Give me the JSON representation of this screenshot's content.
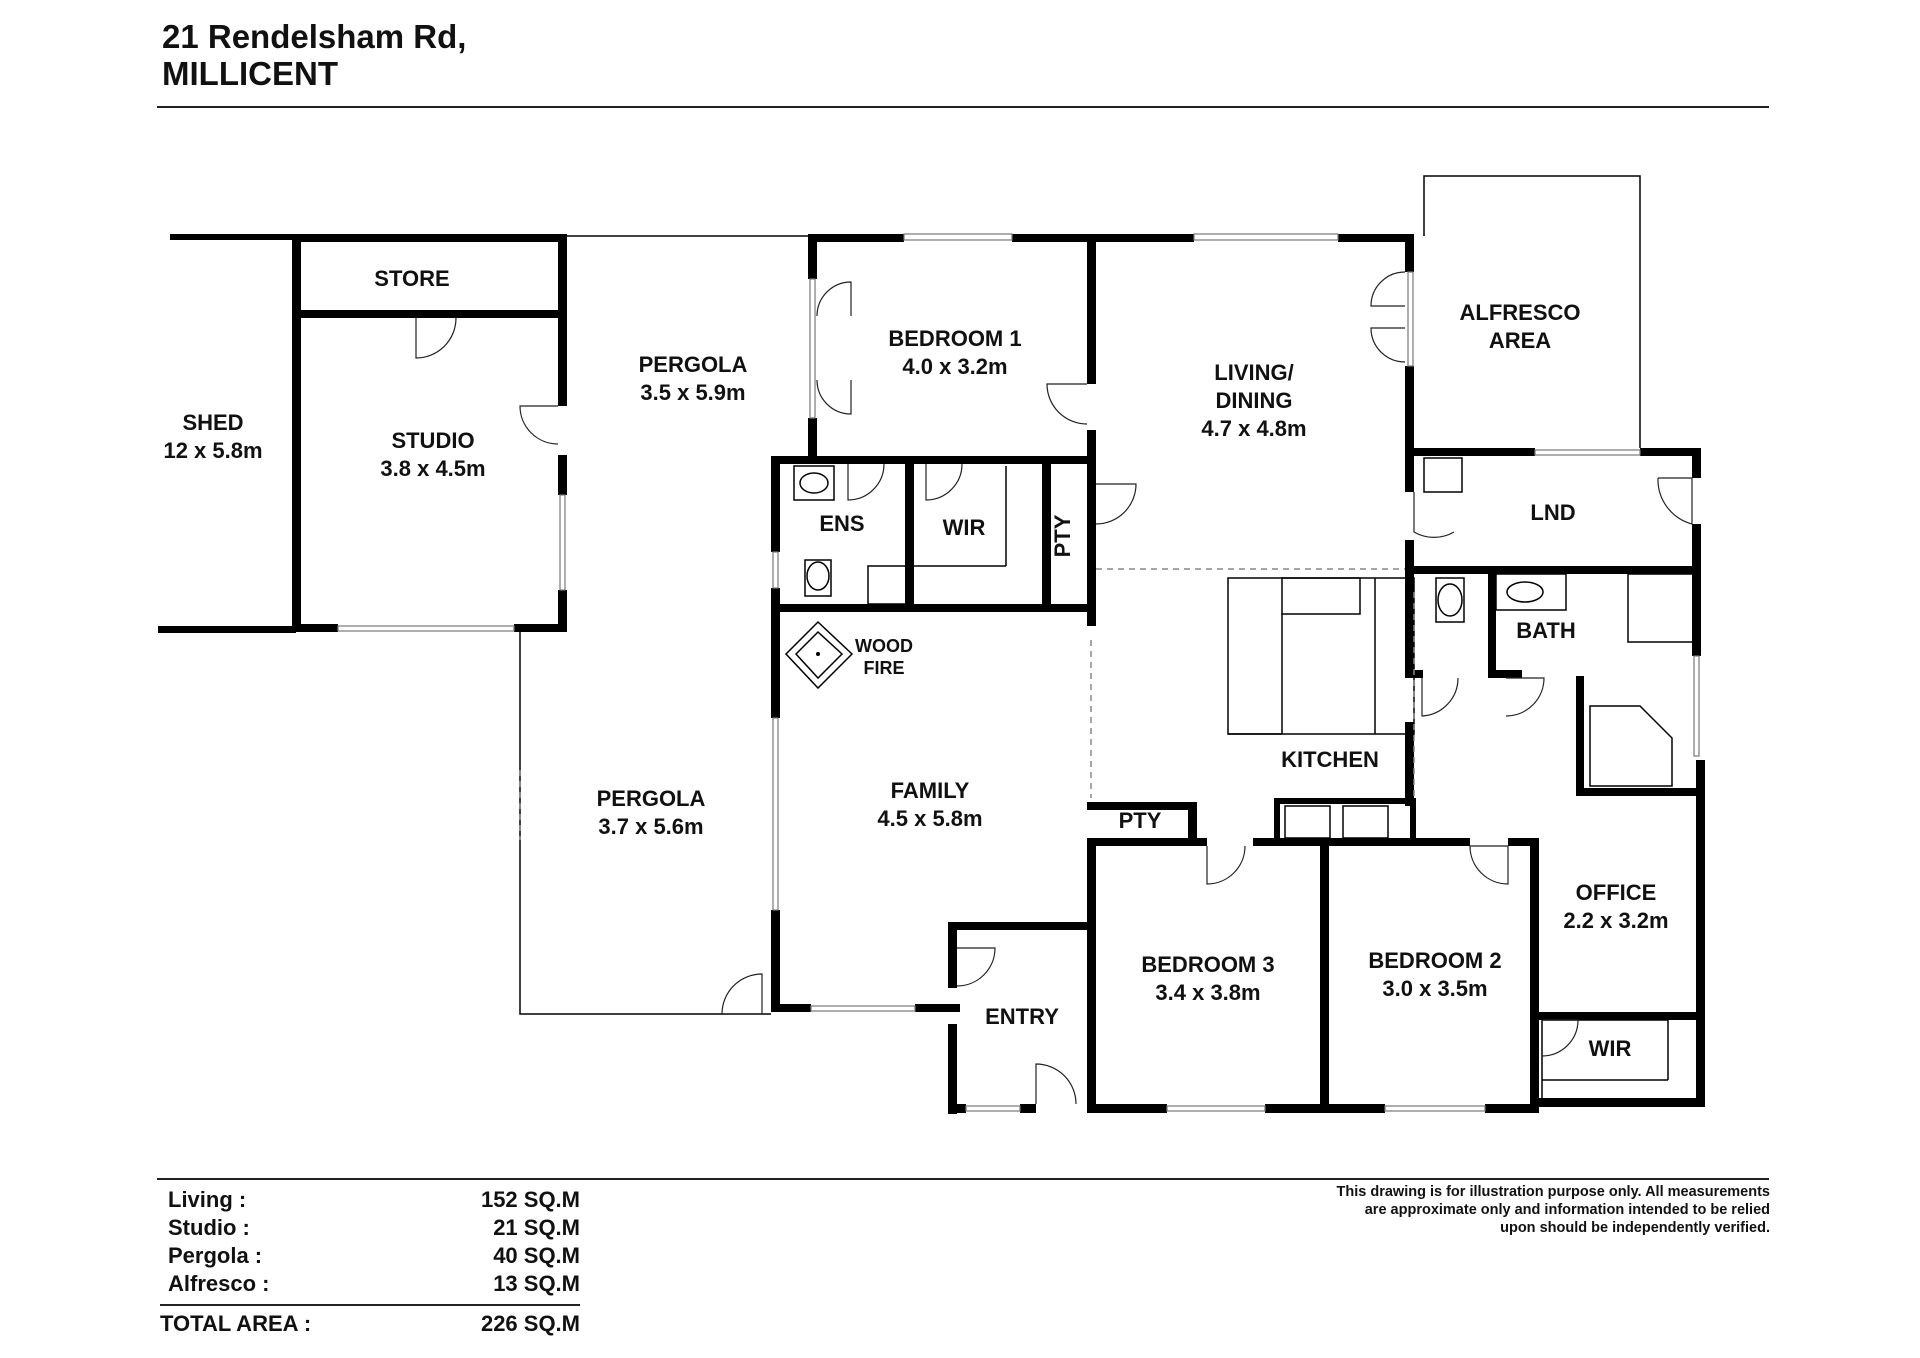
{
  "header": {
    "address_line1": "21 Rendelsham Rd,",
    "address_line2": "MILLICENT"
  },
  "rooms": {
    "shed": {
      "name": "SHED",
      "dims": "12 x 5.8m"
    },
    "store": {
      "name": "STORE"
    },
    "studio": {
      "name": "STUDIO",
      "dims": "3.8 x 4.5m"
    },
    "pergola_top": {
      "name": "PERGOLA",
      "dims": "3.5 x 5.9m"
    },
    "pergola_bottom": {
      "name": "PERGOLA",
      "dims": "3.7 x 5.6m"
    },
    "bedroom1": {
      "name": "BEDROOM 1",
      "dims": "4.0 x 3.2m"
    },
    "living": {
      "name1": "LIVING/",
      "name2": "DINING",
      "dims": "4.7 x 4.8m"
    },
    "alfresco": {
      "name1": "ALFRESCO",
      "name2": "AREA"
    },
    "ens": {
      "name": "ENS"
    },
    "wir_top": {
      "name": "WIR"
    },
    "pty_top": {
      "name": "PTY"
    },
    "lnd": {
      "name": "LND"
    },
    "bath": {
      "name": "BATH"
    },
    "wood_fire": {
      "name1": "WOOD",
      "name2": "FIRE"
    },
    "family": {
      "name": "FAMILY",
      "dims": "4.5 x 5.8m"
    },
    "kitchen": {
      "name": "KITCHEN"
    },
    "pty_bottom": {
      "name": "PTY"
    },
    "office": {
      "name": "OFFICE",
      "dims": "2.2 x 3.2m"
    },
    "bedroom3": {
      "name": "BEDROOM 3",
      "dims": "3.4 x 3.8m"
    },
    "bedroom2": {
      "name": "BEDROOM 2",
      "dims": "3.0 x 3.5m"
    },
    "entry": {
      "name": "ENTRY"
    },
    "wir_bottom": {
      "name": "WIR"
    }
  },
  "areas": [
    {
      "label": "Living :",
      "value": "152 SQ.M"
    },
    {
      "label": "Studio :",
      "value": "21 SQ.M"
    },
    {
      "label": "Pergola :",
      "value": "40 SQ.M"
    },
    {
      "label": "Alfresco :",
      "value": "13 SQ.M"
    }
  ],
  "total": {
    "label": "TOTAL AREA :",
    "value": "226 SQ.M"
  },
  "disclaimer": {
    "line1": "This drawing is for illustration purpose only. All measurements",
    "line2": "are approximate only and information intended to be relied",
    "line3": "upon should be independently verified."
  }
}
